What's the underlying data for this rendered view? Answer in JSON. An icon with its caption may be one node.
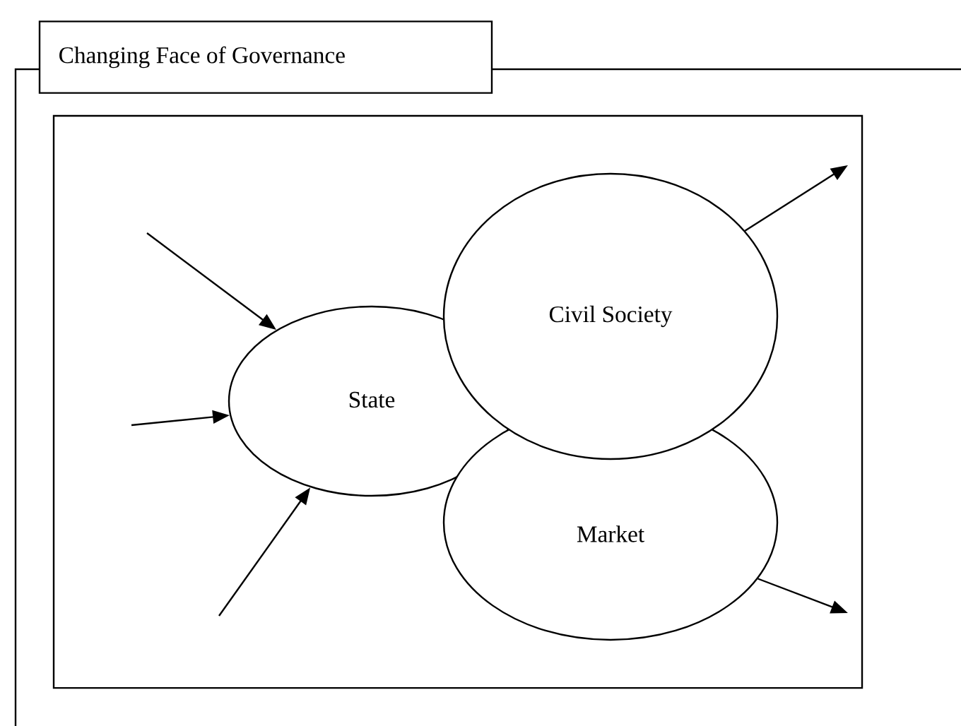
{
  "diagram": {
    "title": "Changing Face of Governance",
    "nodes": [
      {
        "text": [],
        "shape": "box"
      },
      {
        "text": [
          "State"
        ],
        "in": 0
      },
      {
        "text": [
          "Civil Society"
        ],
        "in": 0
      },
      {
        "text": [
          "Market"
        ],
        "in": 0
      }
    ],
    "edges": [
      {
        "from": null,
        "to": 1,
        "arrow": "to"
      },
      {
        "from": null,
        "to": 1,
        "arrow": "to"
      },
      {
        "from": null,
        "to": 1,
        "arrow": "to"
      },
      {
        "from": 2,
        "to": null,
        "arrow": "to"
      },
      {
        "from": 3,
        "to": null,
        "arrow": "to"
      }
    ]
  }
}
